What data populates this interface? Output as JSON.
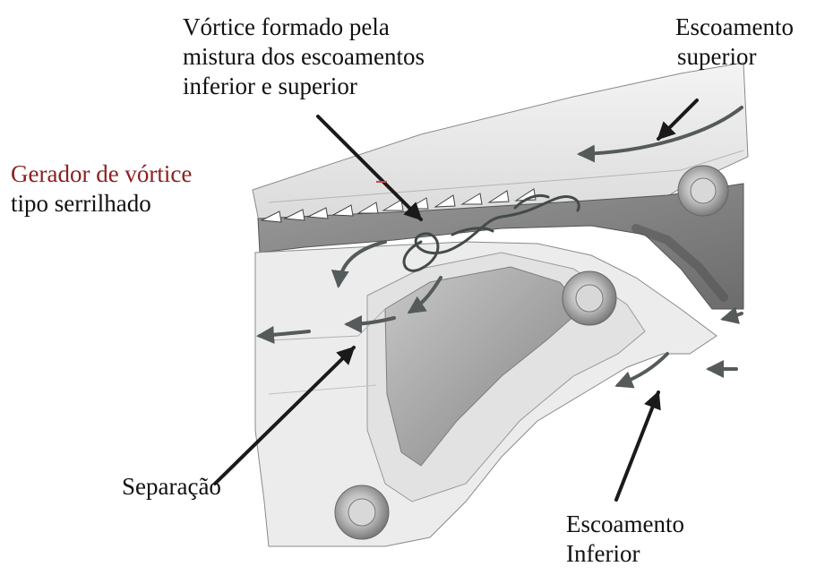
{
  "labels": {
    "vortex": [
      "Vórtice formado pela",
      "mistura dos escoamentos",
      "inferior e superior"
    ],
    "upper_flow": [
      "Escoamento",
      "superior"
    ],
    "generator": [
      "Gerador de vórtice",
      "tipo serrilhado"
    ],
    "separation": "Separação",
    "lower_flow": [
      "Escoamento",
      "Inferior"
    ]
  },
  "colors": {
    "generator_label": "#8b1f1f",
    "text": "#111111",
    "flow_arrows": "#555a5a",
    "pointer_arrows": "#1a1a1a"
  },
  "icons": [
    "bolt-icon",
    "flow-arrow-icon",
    "pointer-arrow-icon"
  ]
}
